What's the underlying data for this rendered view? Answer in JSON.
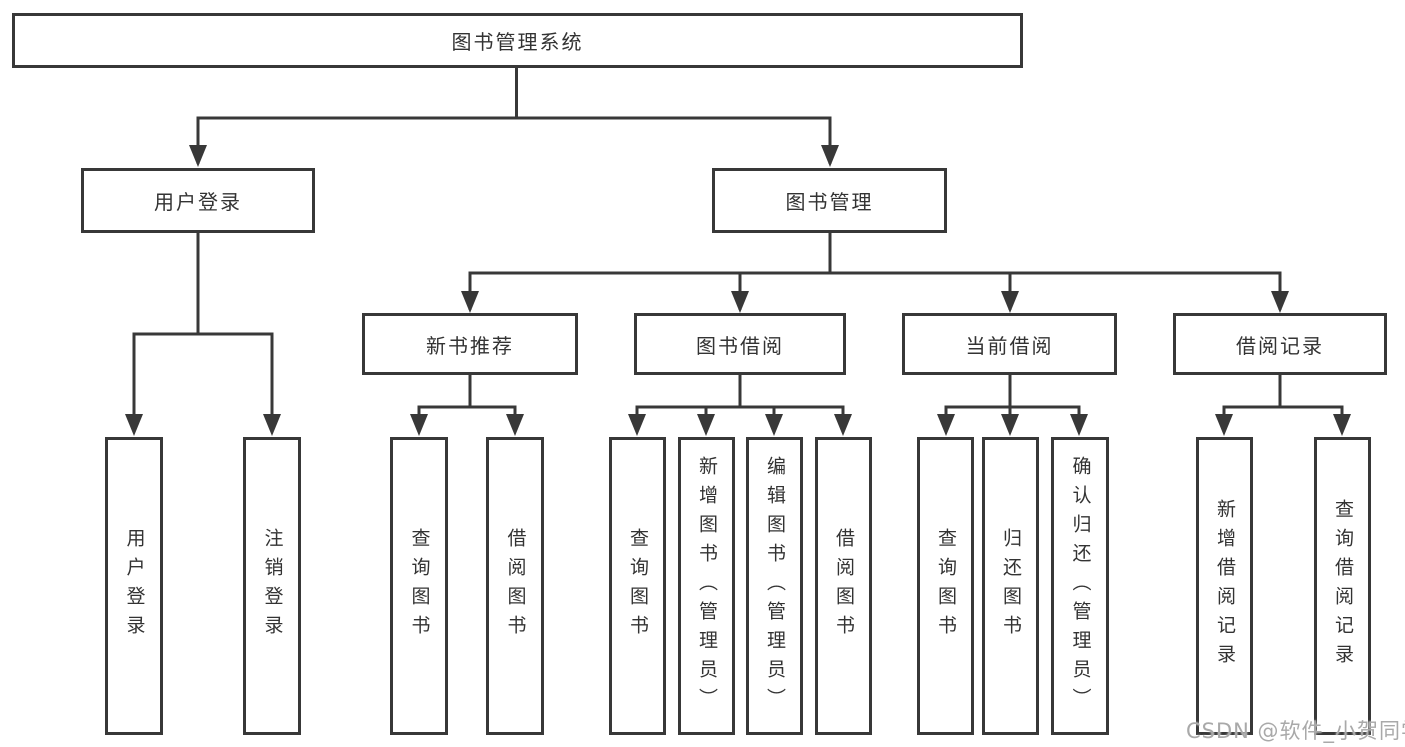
{
  "colors": {
    "line": "#383838",
    "text": "#333333",
    "background": "#ffffff",
    "watermark": "#a9a9a9"
  },
  "diagram": {
    "title": "图书管理系统",
    "branches": [
      {
        "label": "用户登录",
        "children": [
          {
            "label": "用户登录"
          },
          {
            "label": "注销登录"
          }
        ]
      },
      {
        "label": "图书管理",
        "children": [
          {
            "label": "新书推荐",
            "children": [
              {
                "label": "查询图书"
              },
              {
                "label": "借阅图书"
              }
            ]
          },
          {
            "label": "图书借阅",
            "children": [
              {
                "label": "查询图书"
              },
              {
                "label": "新增图书（管理员）"
              },
              {
                "label": "编辑图书（管理员）"
              },
              {
                "label": "借阅图书"
              }
            ]
          },
          {
            "label": "当前借阅",
            "children": [
              {
                "label": "查询图书"
              },
              {
                "label": "归还图书"
              },
              {
                "label": "确认归还（管理员）"
              }
            ]
          },
          {
            "label": "借阅记录",
            "children": [
              {
                "label": "新增借阅记录"
              },
              {
                "label": "查询借阅记录"
              }
            ]
          }
        ]
      }
    ]
  },
  "watermark": "CSDN @软件_小贺同学"
}
